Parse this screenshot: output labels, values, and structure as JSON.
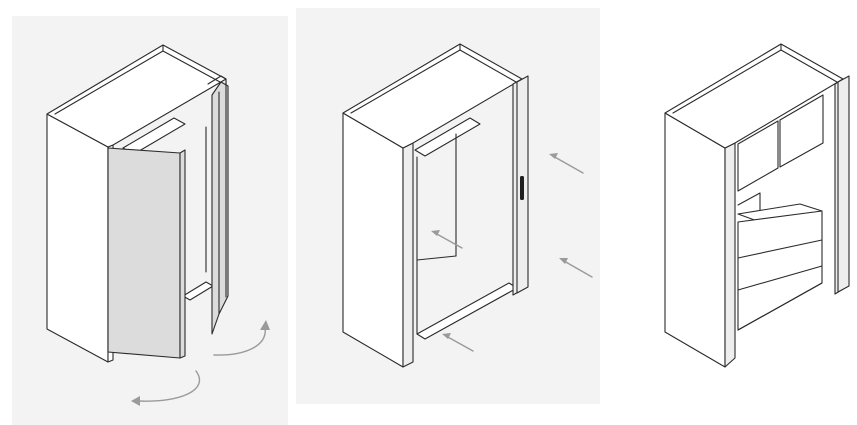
{
  "panels": [
    {
      "id": "panel-1",
      "step": "doors-opening"
    },
    {
      "id": "panel-2",
      "step": "doors-sliding-in"
    },
    {
      "id": "panel-3",
      "step": "doors-retracted"
    }
  ],
  "colors": {
    "panel_bg": "#f3f3f3",
    "outline": "#2b2b2b",
    "door_fill": "#dcdcdc",
    "arrow": "#9a9a9a"
  },
  "icons": [
    "curved-arrow-icon",
    "straight-arrow-icon",
    "door-handle-icon"
  ]
}
